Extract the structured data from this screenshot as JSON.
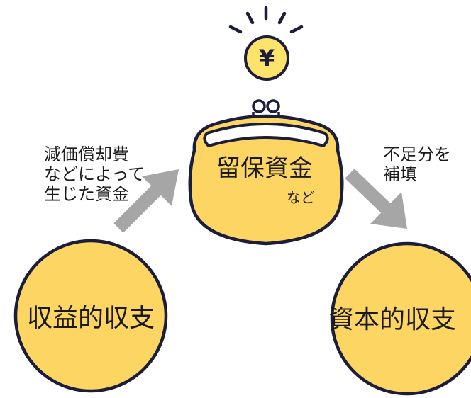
{
  "left_note": {
    "lines": [
      "減価償却費",
      "などによって",
      "生じた資金"
    ]
  },
  "right_note": {
    "lines": [
      "不足分を",
      "補填"
    ]
  },
  "purse": {
    "title": "留保資金",
    "sub": "など",
    "coin_symbol": "¥"
  },
  "left_circle": {
    "label": "収益的収支"
  },
  "right_circle": {
    "label": "資本的収支"
  },
  "colors": {
    "fill_yellow": "#fdd562",
    "coin_yellow": "#fde36a",
    "outline": "#1b1d3a",
    "arrow": "#a6a6a6",
    "text": "#1a1a1a"
  }
}
